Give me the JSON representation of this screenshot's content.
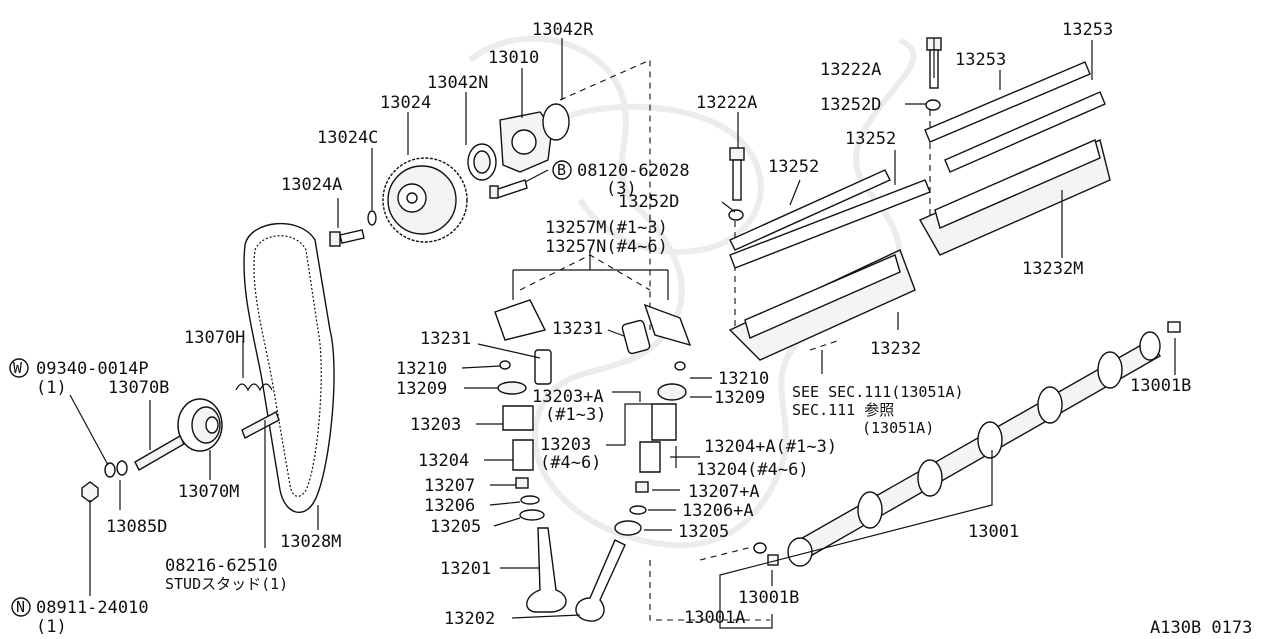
{
  "labels": {
    "p13042R": "13042R",
    "p13010": "13010",
    "p13042N": "13042N",
    "p13024": "13024",
    "p13024C": "13024C",
    "p13024A": "13024A",
    "p13070H": "13070H",
    "p09340": "09340-0014P",
    "p09340_qty": "(1)",
    "p13070B": "13070B",
    "p13070M": "13070M",
    "p13085D": "13085D",
    "p13028M": "13028M",
    "p08216": "08216-62510",
    "p_stud": "STUDスタッド(1)",
    "p08911": "08911-24010",
    "p08911_qty": "(1)",
    "p08120": "08120-62028",
    "p08120_qty": "(3)",
    "p13222A_mid": "13222A",
    "p13252_mid": "13252",
    "p13252D_mid": "13252D",
    "p13257M": "13257M(#1~3)",
    "p13257N": "13257N(#4~6)",
    "p13231_l": "13231",
    "p13231_r": "13231",
    "p13210_l": "13210",
    "p13209_l": "13209",
    "p13203": "13203",
    "p13204": "13204",
    "p13207": "13207",
    "p13206": "13206",
    "p13205_l": "13205",
    "p13201": "13201",
    "p13202": "13202",
    "p13203A": "13203+A",
    "p13203A_cyl": "(#1~3)",
    "p13203_c": "13203",
    "p13203_cyl": "(#4~6)",
    "p13210_r": "13210",
    "p13209_r": "13209",
    "p13204A_1": "13204+A(#1~3)",
    "p13204A_2": "13204(#4~6)",
    "p13207A": "13207+A",
    "p13206A": "13206+A",
    "p13205_r": "13205",
    "p13222A_top": "13222A",
    "p13253_top": "13253",
    "p13253_mid": "13253",
    "p13252D_top": "13252D",
    "p13252_top": "13252",
    "p13232M": "13232M",
    "p13232": "13232",
    "see_sec": "SEE SEC.111(13051A)",
    "sec_ref": "SEC.111  参照",
    "sec_ref2": "(13051A)",
    "p13001B_top": "13001B",
    "p13001": "13001",
    "p13001B_bot": "13001B",
    "p13001A": "13001A",
    "diagram_code": "A130B 0173"
  },
  "symbols": {
    "bolt_circle": "B",
    "washer_circle": "W",
    "nut_circle": "N"
  }
}
